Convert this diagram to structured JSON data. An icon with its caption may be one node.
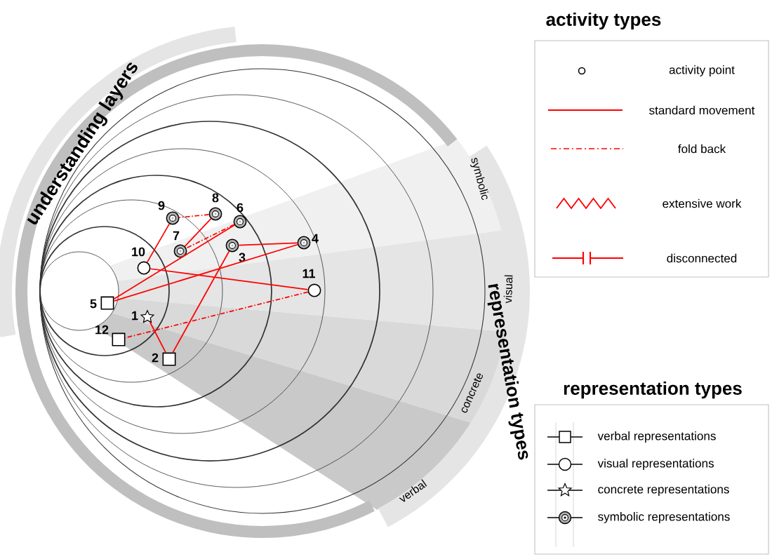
{
  "diagram": {
    "nodes": [
      {
        "text": [],
        "shape": "star",
        "beside": [
          "1"
        ]
      },
      {
        "text": [],
        "shape": "box",
        "beside": [
          "2"
        ]
      },
      {
        "text": [],
        "shape": "target",
        "beside": [
          "3"
        ]
      },
      {
        "text": [],
        "shape": "target",
        "beside": [
          "4"
        ]
      },
      {
        "text": [],
        "shape": "box",
        "beside": [
          "5"
        ]
      },
      {
        "text": [],
        "shape": "target",
        "beside": [
          "6"
        ]
      },
      {
        "text": [],
        "shape": "target",
        "beside": [
          "7"
        ]
      },
      {
        "text": [],
        "shape": "target",
        "beside": [
          "8"
        ]
      },
      {
        "text": [],
        "shape": "target",
        "beside": [
          "9"
        ]
      },
      {
        "text": [],
        "shape": "circle",
        "beside": [
          "10"
        ]
      },
      {
        "text": [],
        "shape": "circle",
        "beside": [
          "11"
        ]
      },
      {
        "text": [],
        "shape": "box",
        "beside": [
          "12"
        ]
      }
    ],
    "edges": [
      {
        "from": 0,
        "to": 1,
        "arrow": "none"
      },
      {
        "from": 1,
        "to": 2,
        "arrow": "none"
      },
      {
        "from": 2,
        "to": 3,
        "arrow": "none"
      },
      {
        "from": 3,
        "to": 4,
        "arrow": "none"
      },
      {
        "from": 4,
        "to": 5,
        "arrow": "none"
      },
      {
        "from": 5,
        "to": 6,
        "arrow": "none",
        "style": "dashed"
      },
      {
        "from": 6,
        "to": 7,
        "arrow": "none"
      },
      {
        "from": 7,
        "to": 8,
        "arrow": "none",
        "style": "dashed"
      },
      {
        "from": 8,
        "to": 9,
        "arrow": "none"
      },
      {
        "from": 9,
        "to": 10,
        "arrow": "none"
      },
      {
        "from": 10,
        "to": 11,
        "arrow": "none",
        "style": "dashed"
      }
    ],
    "labels": [
      "understanding layers",
      "symbolic",
      "visual",
      "representation types",
      "concrete",
      "verbal",
      "activity types",
      "representation types"
    ],
    "legend": [
      {
        "text": "activity point"
      },
      {
        "text": "standard movement"
      },
      {
        "text": "fold back"
      },
      {
        "text": "extensive work"
      },
      {
        "text": "disconnected"
      },
      {
        "text": "verbal representations"
      },
      {
        "text": "visual representations"
      },
      {
        "text": "concrete representations"
      },
      {
        "text": "symbolic representations"
      }
    ]
  }
}
